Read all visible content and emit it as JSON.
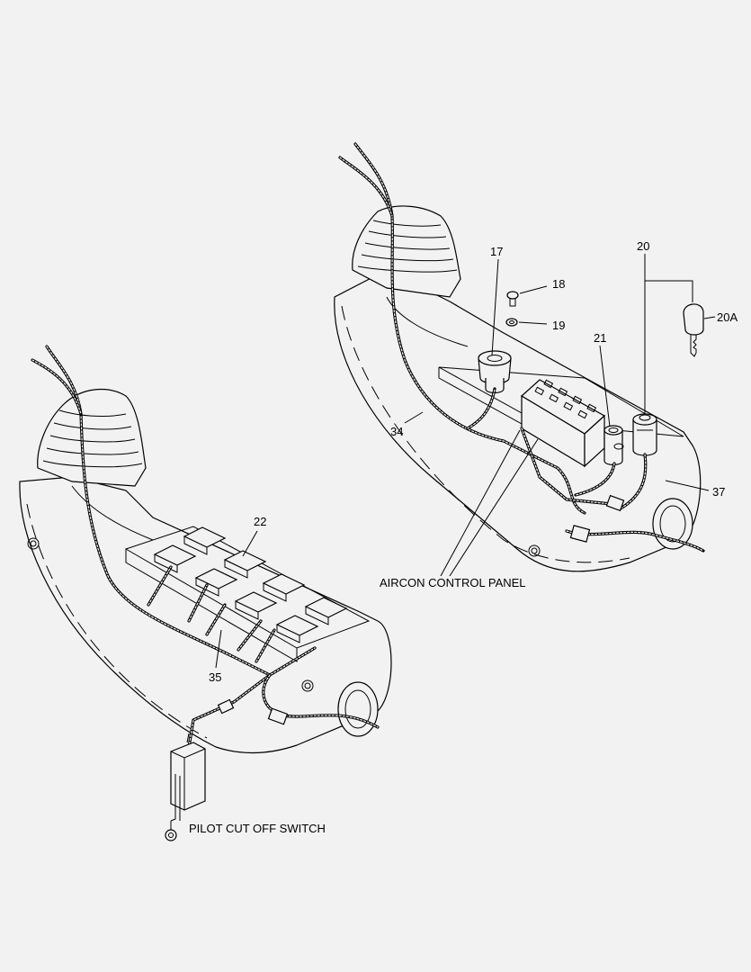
{
  "labels": {
    "n17": "17",
    "n18": "18",
    "n19": "19",
    "n20": "20",
    "n20a": "20A",
    "n21": "21",
    "n22": "22",
    "n34": "34",
    "n35": "35",
    "n37": "37",
    "aircon": "AIRCON CONTROL PANEL",
    "pilot": "PILOT CUT OFF SWITCH"
  },
  "colors": {
    "background": "#f2f2f2",
    "line": "#000000"
  }
}
